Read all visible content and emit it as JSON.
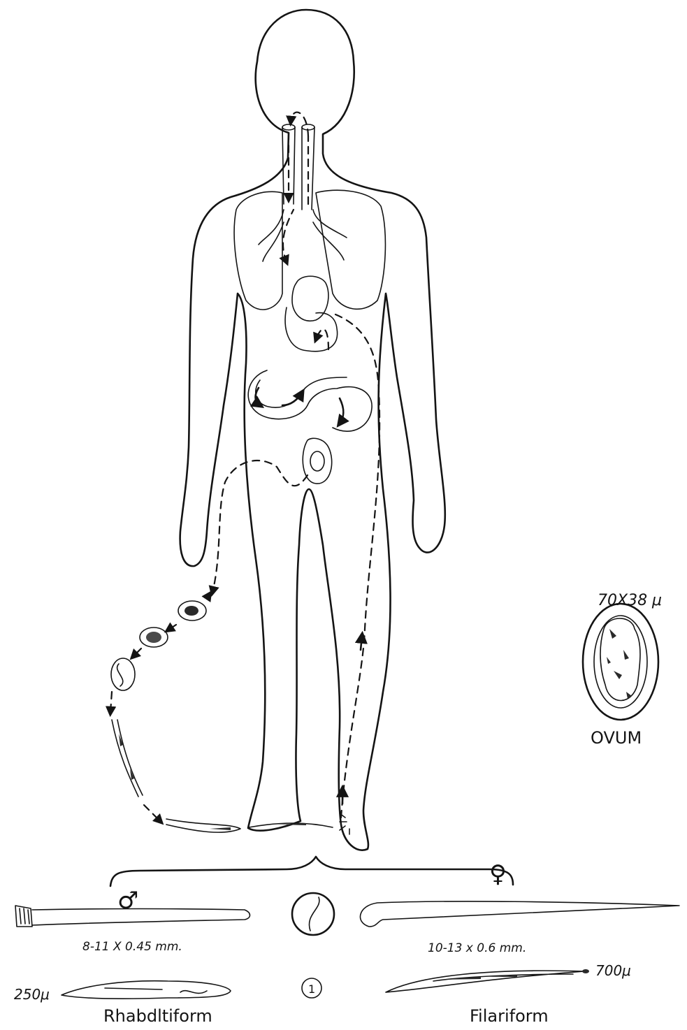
{
  "labels": {
    "ovum_size": "70X38 μ",
    "ovum": "OVUM",
    "male_size": "8-11 X 0.45 mm.",
    "female_size": "10-13 x 0.6 mm.",
    "rhabditiform_size": "250μ",
    "filariform_size": "700μ",
    "rhabditiform": "Rhabdltiform",
    "filariform": "Filariform",
    "male_symbol": "♂",
    "female_symbol": "♀",
    "plate_number": "1"
  }
}
